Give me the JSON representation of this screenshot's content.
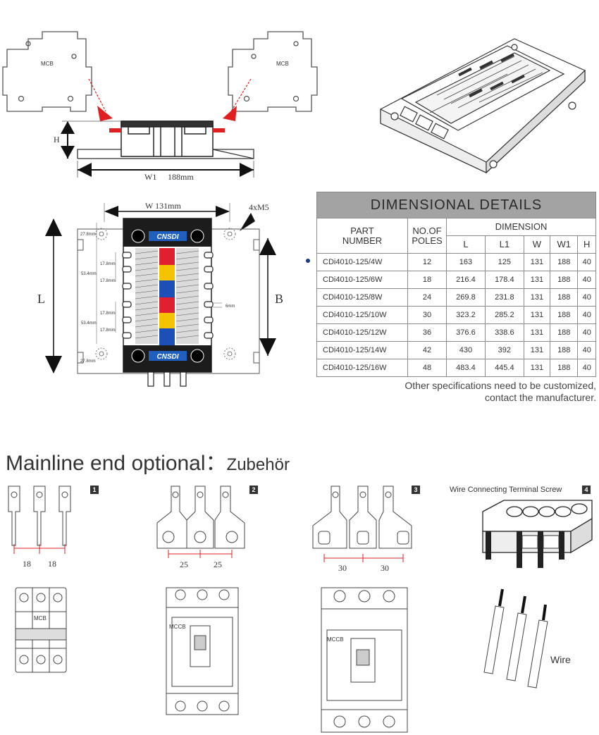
{
  "top_diagram": {
    "mcb_left_label": "MCB",
    "mcb_right_label": "MCB",
    "height_label": "H",
    "width_label": "W1",
    "width_value": "188mm"
  },
  "plan_view": {
    "width_label": "W 131mm",
    "screw_label": "4xM5",
    "length_label": "L",
    "b_label": "B",
    "brand": "CNSDI",
    "dim_27_top": "27.8mm",
    "dim_27_bottom": "27.8mm",
    "dim_53_top": "53.4mm",
    "dim_53_bottom": "53.4mm",
    "dim_178": "17.8mm",
    "dim_6": "6mm"
  },
  "table": {
    "title": "DIMENSIONAL DETAILS",
    "col_part": "PART NUMBER",
    "col_part_line1": "PART",
    "col_part_line2": "NUMBER",
    "col_poles_line1": "NO.OF",
    "col_poles_line2": "POLES",
    "col_dimension": "DIMENSION",
    "sub_cols": [
      "L",
      "L1",
      "W",
      "W1",
      "H"
    ],
    "rows": [
      {
        "part": "CDi4010-125/4W",
        "poles": "12",
        "L": "163",
        "L1": "125",
        "W": "131",
        "W1": "188",
        "H": "40"
      },
      {
        "part": "CDi4010-125/6W",
        "poles": "18",
        "L": "216.4",
        "L1": "178.4",
        "W": "131",
        "W1": "188",
        "H": "40"
      },
      {
        "part": "CDi4010-125/8W",
        "poles": "24",
        "L": "269.8",
        "L1": "231.8",
        "W": "131",
        "W1": "188",
        "H": "40"
      },
      {
        "part": "CDi4010-125/10W",
        "poles": "30",
        "L": "323.2",
        "L1": "285.2",
        "W": "131",
        "W1": "188",
        "H": "40"
      },
      {
        "part": "CDi4010-125/12W",
        "poles": "36",
        "L": "376.6",
        "L1": "338.6",
        "W": "131",
        "W1": "188",
        "H": "40"
      },
      {
        "part": "CDi4010-125/14W",
        "poles": "42",
        "L": "430",
        "L1": "392",
        "W": "131",
        "W1": "188",
        "H": "40"
      },
      {
        "part": "CDi4010-125/16W",
        "poles": "48",
        "L": "483.4",
        "L1": "445.4",
        "W": "131",
        "W1": "188",
        "H": "40"
      }
    ],
    "note_line1": "Other specifications need to be customized,",
    "note_line2": "contact the manufacturer."
  },
  "section": {
    "title": "Mainline end optional：",
    "subtitle": "Zubehör"
  },
  "options": {
    "badge1": "1",
    "badge2": "2",
    "badge3": "3",
    "badge4": "4",
    "opt1_dim_a": "18",
    "opt1_dim_b": "18",
    "opt2_dim_a": "25",
    "opt2_dim_b": "25",
    "opt3_dim_a": "30",
    "opt3_dim_b": "30",
    "opt4_title": "Wire Connecting Terminal Screw",
    "mcb_label": "MCB",
    "mccb_label_1": "MCCB",
    "mccb_label_2": "MCCB",
    "wire_label": "Wire"
  },
  "colors": {
    "arrow_red": "#e02020",
    "brand_blue": "#1e5fbf",
    "bar_red": "#e02030",
    "bar_yellow": "#f5c400",
    "bar_blue": "#1d4fb8",
    "table_header_gray": "#a3a3a3"
  }
}
